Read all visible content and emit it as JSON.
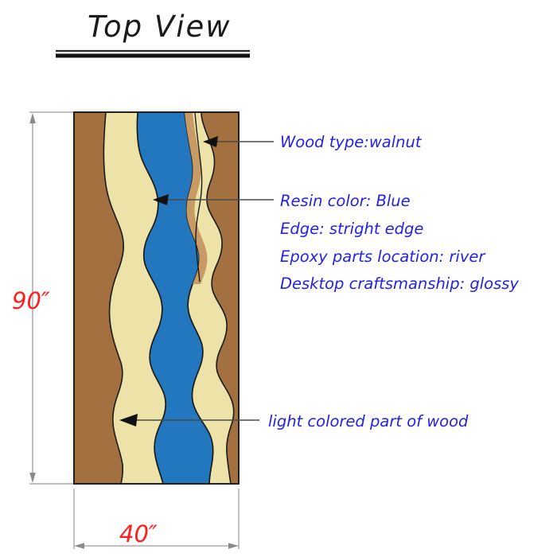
{
  "title": {
    "text": "Top View"
  },
  "dimensions": {
    "height_label": "90″",
    "width_label": "40″"
  },
  "annotations": [
    {
      "id": "wood-type",
      "text": "Wood type:walnut"
    },
    {
      "id": "resin-color",
      "text": "Resin color: Blue"
    },
    {
      "id": "edge",
      "text": "Edge: stright edge"
    },
    {
      "id": "epoxy-parts",
      "text": "Epoxy parts location: river"
    },
    {
      "id": "craftsmanship",
      "text": "Desktop craftsmanship: glossy"
    },
    {
      "id": "light-wood",
      "text": "light colored part of wood"
    }
  ],
  "colors": {
    "walnut": "#A3703F",
    "sapwood": "#EDE3A8",
    "sapwood_dark": "#D6C98C",
    "resin_blue": "#2277BF",
    "outline": "#1a1a1a",
    "annotation_text": "#2323e6",
    "dimension_text": "#ff1d1d",
    "dimension_line": "#8a8a8a",
    "leader_line": "#4a4a4a",
    "background": "#ffffff"
  },
  "icons": {
    "leader_arrow": "arrow-left-icon",
    "dim_arrow_up": "arrow-up-icon",
    "dim_arrow_down": "arrow-down-icon",
    "dim_arrow_left": "arrow-left-icon",
    "dim_arrow_right": "arrow-right-icon"
  }
}
